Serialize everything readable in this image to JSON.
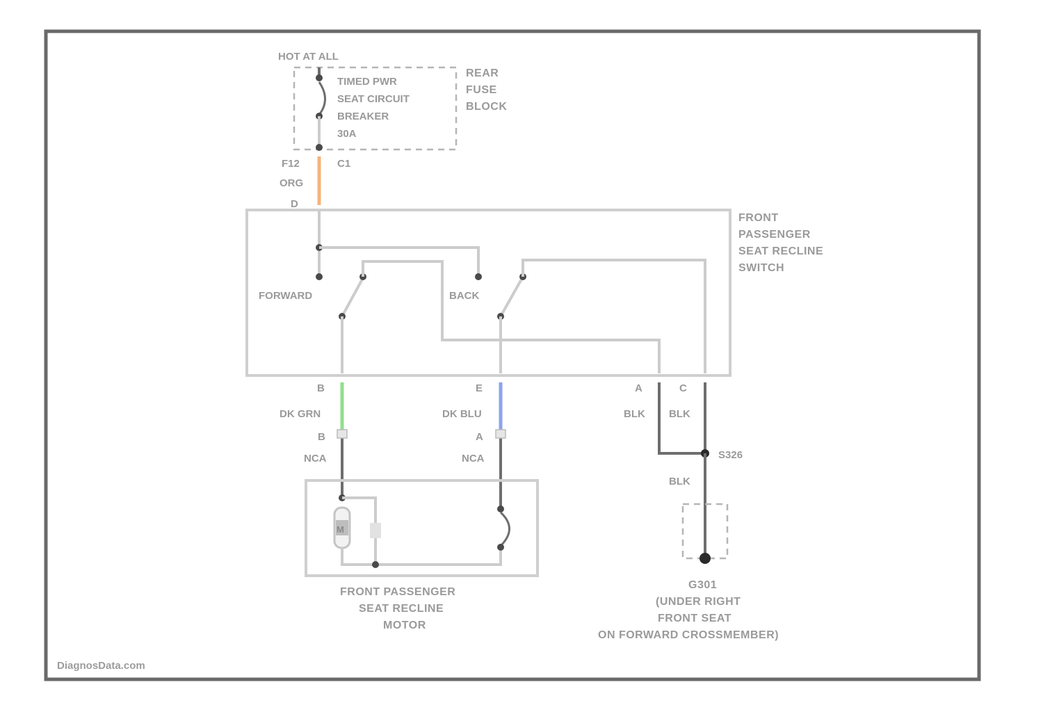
{
  "fuse_block": {
    "hot_label": "HOT AT ALL",
    "fuse_lines": [
      "TIMED PWR",
      "SEAT CIRCUIT",
      "BREAKER",
      "30A"
    ],
    "block_lines": [
      "REAR",
      "FUSE",
      "BLOCK"
    ],
    "pin_left": "F12",
    "pin_right": "C1"
  },
  "feed_wire": {
    "color_name": "ORG",
    "color_hex": "#f5b47a",
    "pin": "D"
  },
  "switch": {
    "name_lines": [
      "FRONT",
      "PASSENGER",
      "SEAT RECLINE",
      "SWITCH"
    ],
    "forward_label": "FORWARD",
    "back_label": "BACK"
  },
  "switch_pins": {
    "green_pin": "B",
    "blue_pin": "E",
    "black_a_pin": "A",
    "black_c_pin": "C"
  },
  "wires": {
    "green": {
      "color_name": "DK GRN",
      "color_hex": "#8fe08a",
      "connector_pin": "B",
      "connector": "NCA"
    },
    "blue": {
      "color_name": "DK BLU",
      "color_hex": "#8aa3ee",
      "connector_pin": "A",
      "connector": "NCA"
    },
    "black_a": {
      "color_name": "BLK"
    },
    "black_c": {
      "color_name": "BLK"
    },
    "black_ground": {
      "color_name": "BLK"
    }
  },
  "splice": {
    "label": "S326"
  },
  "motor": {
    "symbol": "M",
    "name_lines": [
      "FRONT PASSENGER",
      "SEAT RECLINE",
      "MOTOR"
    ]
  },
  "ground": {
    "name_lines": [
      "G301",
      "(UNDER RIGHT",
      "FRONT SEAT",
      "ON FORWARD CROSSMEMBER)"
    ]
  },
  "watermark": "DiagnosData.com"
}
